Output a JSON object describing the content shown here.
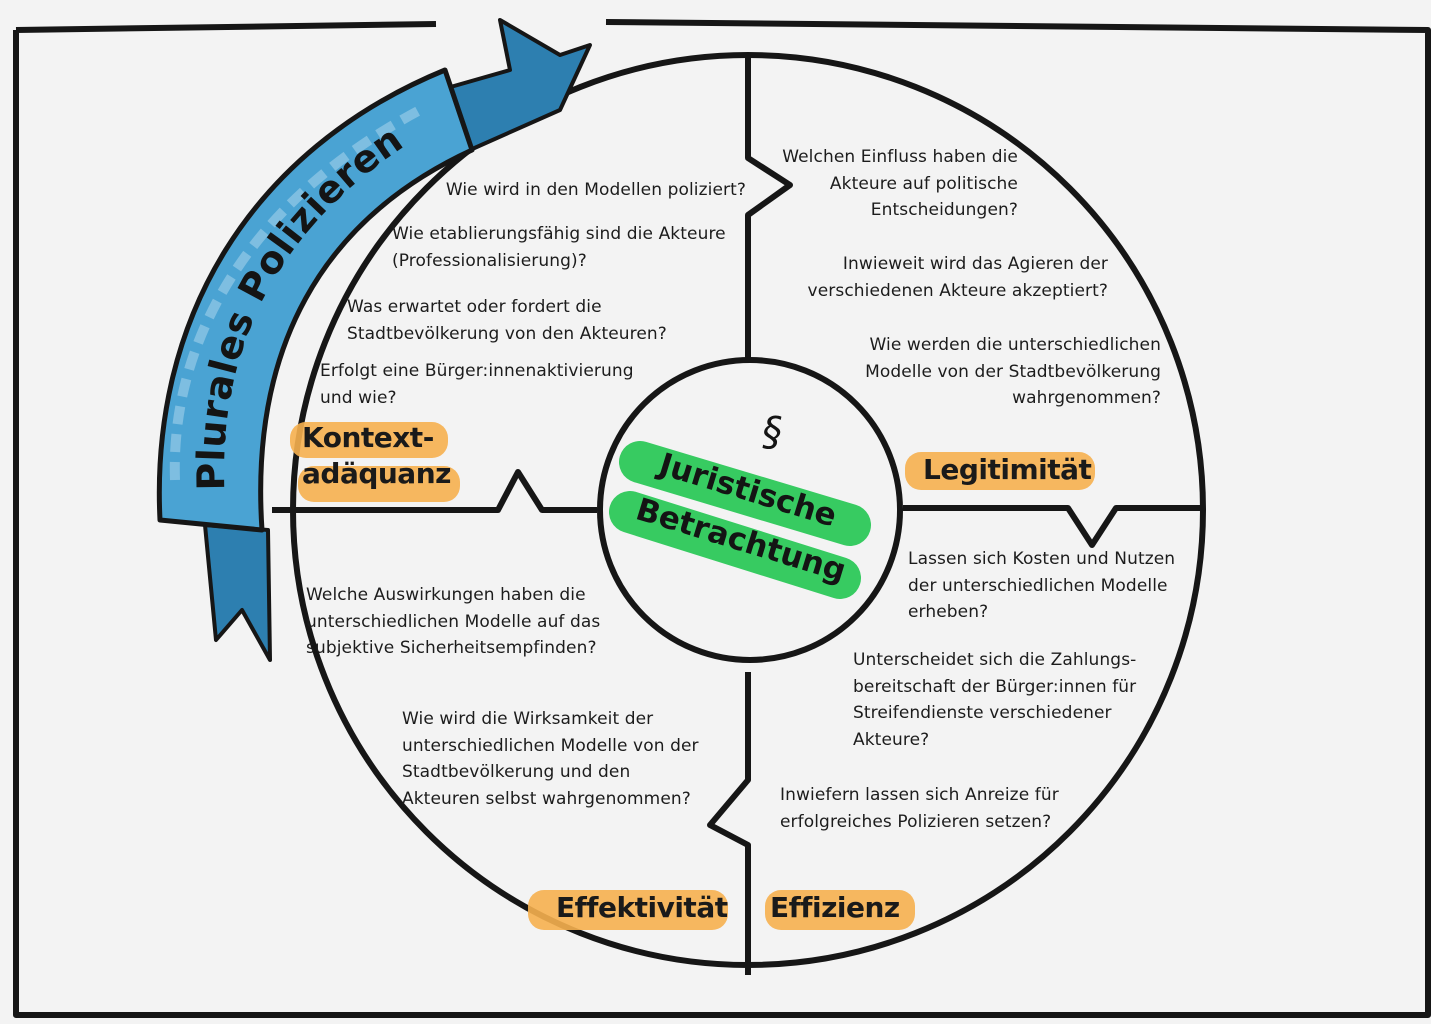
{
  "ribbon": {
    "title": "Plurales Polizieren",
    "color": "#3b95c4"
  },
  "center": {
    "symbol": "§",
    "title_line1": "Juristische",
    "title_line2": "Betrachtung",
    "highlight_color": "#2dc95a"
  },
  "categories": {
    "kontext": "Kontext-\nadäquanz",
    "legitimitaet": "Legitimität",
    "effektivitaet": "Effektivität",
    "effizienz": "Effizienz",
    "highlight_color": "#f6b04f"
  },
  "questions": {
    "kontext": [
      "Wie wird in den Modellen poliziert?",
      "Wie etablierungsfähig sind die Akteure\n(Professionalisierung)?",
      "Was erwartet oder fordert die\nStadtbevölkerung von den Akteuren?",
      "Erfolgt eine Bürger:innenaktivierung\nund wie?"
    ],
    "legitimitaet": [
      "Welchen Einfluss haben die\nAkteure auf politische\nEntscheidungen?",
      "Inwieweit wird das Agieren der\nverschiedenen Akteure akzeptiert?",
      "Wie werden die unterschiedlichen\nModelle von der Stadtbevölkerung\nwahrgenommen?"
    ],
    "effektivitaet": [
      "Welche Auswirkungen haben die\nunterschiedlichen Modelle auf das\nsubjektive Sicherheitsempfinden?",
      "Wie wird die Wirksamkeit der\nunterschiedlichen Modelle von der\nStadtbevölkerung und den\nAkteuren selbst wahrgenommen?"
    ],
    "effizienz": [
      "Lassen sich Kosten und Nutzen\nder unterschiedlichen Modelle\nerheben?",
      "Unterscheidet sich die Zahlungs-\nbereitschaft der Bürger:innen für\nStreifendienste verschiedener\nAkteure?",
      "Inwiefern lassen sich Anreize für\nerfolgreiches Polizieren setzen?"
    ]
  }
}
